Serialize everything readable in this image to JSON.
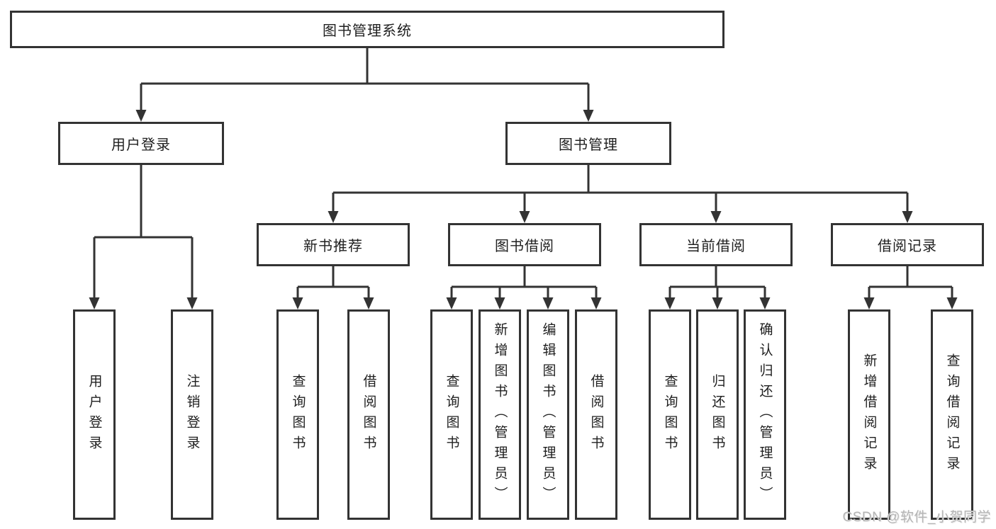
{
  "diagram": {
    "root": {
      "label": "图书管理系统"
    },
    "level2": {
      "user_login": {
        "label": "用户登录"
      },
      "book_management": {
        "label": "图书管理"
      }
    },
    "level3": {
      "new_book_recommend": {
        "label": "新书推荐"
      },
      "book_borrow": {
        "label": "图书借阅"
      },
      "current_borrow": {
        "label": "当前借阅"
      },
      "borrow_records": {
        "label": "借阅记录"
      }
    },
    "leaves": {
      "user_login": {
        "label": "用户登录"
      },
      "logout": {
        "label": "注销登录"
      },
      "recommend_query_books": {
        "label": "查询图书"
      },
      "recommend_borrow_books": {
        "label": "借阅图书"
      },
      "borrow_query_books": {
        "label": "查询图书"
      },
      "borrow_add_books": {
        "label": "新增图书（管理员）"
      },
      "borrow_edit_books": {
        "label": "编辑图书（管理员）"
      },
      "borrow_borrow_books": {
        "label": "借阅图书"
      },
      "current_query_books": {
        "label": "查询图书"
      },
      "current_return_books": {
        "label": "归还图书"
      },
      "current_confirm_return": {
        "label": "确认归还（管理员）"
      },
      "records_add_record": {
        "label": "新增借阅记录"
      },
      "records_query_record": {
        "label": "查询借阅记录"
      }
    }
  },
  "watermark": {
    "text": "CSDN @软件_小贺同学"
  },
  "colors": {
    "line": "#333333",
    "box_border": "#333333",
    "text": "#1f1f1f",
    "watermark": "#b5b5b5",
    "background": "#ffffff"
  }
}
